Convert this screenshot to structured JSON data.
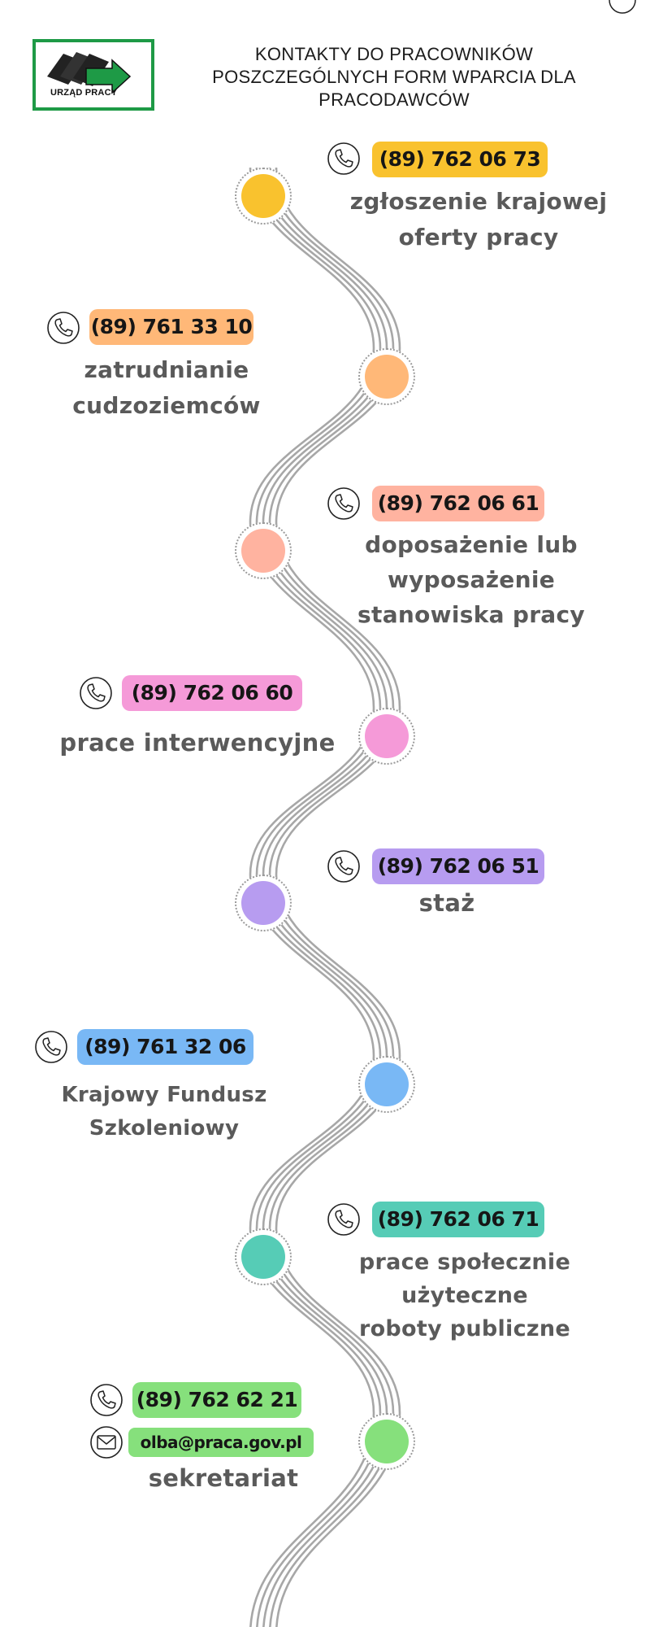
{
  "logo": {
    "text": "URZĄD PRACY",
    "border_color": "#1e9a46",
    "arrow_color": "#1e9a46"
  },
  "title": {
    "line1": "KONTAKTY DO PRACOWNIKÓW",
    "line2": "POSZCZEGÓLNYCH FORM WPARCIA DLA",
    "line3": "PRACODAWCÓW"
  },
  "road_color": "#a7a7a7",
  "contacts": [
    {
      "phone": "(89) 762 06 73",
      "color": "#f9c22e",
      "label": [
        "zgłoszenie krajowej",
        "oferty pracy"
      ]
    },
    {
      "phone": "(89) 761 33 10",
      "color": "#ffb878",
      "label": [
        "zatrudnianie",
        "cudzoziemców"
      ]
    },
    {
      "phone": "(89) 762 06 61",
      "color": "#ffb3a0",
      "label": [
        "doposażenie lub",
        "wyposażenie",
        "stanowiska pracy"
      ]
    },
    {
      "phone": "(89) 762 06 60",
      "color": "#f59ad8",
      "label": [
        "prace interwencyjne"
      ]
    },
    {
      "phone": "(89) 762 06 51",
      "color": "#b79cf0",
      "label": [
        "staż"
      ]
    },
    {
      "phone": "(89) 761 32 06",
      "color": "#79b8f5",
      "label": [
        "Krajowy Fundusz",
        "Szkoleniowy"
      ]
    },
    {
      "phone": "(89) 762 06 71",
      "color": "#56ccb6",
      "label": [
        "prace społecznie użyteczne",
        "roboty publiczne"
      ]
    },
    {
      "phone": "(89) 762 62 21",
      "email": "olba@praca.gov.pl",
      "color": "#86e07c",
      "label": [
        "sekretariat"
      ]
    }
  ],
  "icons": [
    "phone-icon",
    "mail-icon"
  ]
}
